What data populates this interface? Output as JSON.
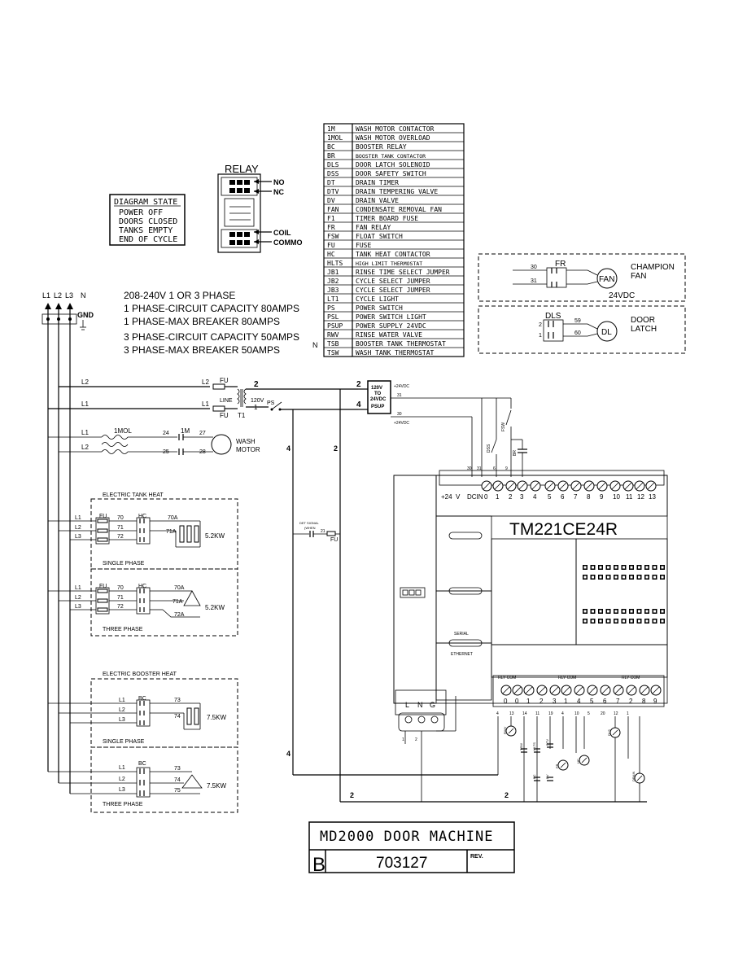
{
  "relay": {
    "title": "RELAY",
    "no": "NO",
    "nc": "NC",
    "coil": "COIL",
    "common": "COMMO"
  },
  "diagram_state": {
    "title": "DIAGRAM STATE",
    "lines": [
      "POWER OFF",
      "DOORS CLOSED",
      "TANKS EMPTY",
      "END OF CYCLE"
    ]
  },
  "legend": [
    [
      "1M",
      "WASH MOTOR CONTACTOR"
    ],
    [
      "1MOL",
      "WASH MOTOR OVERLOAD"
    ],
    [
      "BC",
      "BOOSTER RELAY"
    ],
    [
      "BR",
      "BOOSTER TANK CONTACTOR"
    ],
    [
      "DLS",
      "DOOR LATCH SOLENOID"
    ],
    [
      "DSS",
      "DOOR SAFETY SWITCH"
    ],
    [
      "DT",
      "DRAIN TIMER"
    ],
    [
      "DTV",
      "DRAIN TEMPERING VALVE"
    ],
    [
      "DV",
      "DRAIN VALVE"
    ],
    [
      "FAN",
      "CONDENSATE REMOVAL FAN"
    ],
    [
      "F1",
      "TIMER BOARD FUSE"
    ],
    [
      "FR",
      "FAN RELAY"
    ],
    [
      "FSW",
      "FLOAT SWITCH"
    ],
    [
      "FU",
      "FUSE"
    ],
    [
      "HC",
      "TANK HEAT CONTACTOR"
    ],
    [
      "HLTS",
      "HIGH LIMIT THERMOSTAT"
    ],
    [
      "JB1",
      "RINSE TIME SELECT JUMPER"
    ],
    [
      "JB2",
      "CYCLE SELECT JUMPER"
    ],
    [
      "JB3",
      "CYCLE SELECT JUMPER"
    ],
    [
      "LT1",
      "CYCLE LIGHT"
    ],
    [
      "PS",
      "POWER SWITCH"
    ],
    [
      "PSL",
      "POWER SWITCH LIGHT"
    ],
    [
      "PSUP",
      "POWER SUPPLY 24VDC"
    ],
    [
      "RWV",
      "RINSE WATER VALVE"
    ],
    [
      "TSB",
      "BOOSTER TANK THERMOSTAT"
    ],
    [
      "TSW",
      "WASH TANK THERMOSTAT"
    ]
  ],
  "power_specs": [
    "208-240V 1 OR 3 PHASE",
    "1 PHASE-CIRCUIT CAPACITY 80AMPS",
    "1 PHASE-MAX BREAKER 80AMPS",
    "3 PHASE-CIRCUIT CAPACITY 50AMPS",
    "3 PHASE-MAX BREAKER 50AMPS"
  ],
  "lines_header": {
    "l1": "L1",
    "l2": "L2",
    "l3": "L3",
    "n": "N",
    "gnd": "GND",
    "n_marker": "N"
  },
  "fan": {
    "relay": "FR",
    "wire_a": "30",
    "wire_b": "31",
    "symbol": "FAN",
    "title": "CHAMPION\nFAN",
    "title_l1": "CHAMPION",
    "title_l2": "FAN",
    "voltage": "24VDC"
  },
  "door_latch": {
    "switch": "DLS",
    "wire_a": "59",
    "wire_b": "60",
    "pin_a": "2",
    "pin_b": "1",
    "symbol": "DL",
    "title_l1": "DOOR",
    "title_l2": "LATCH"
  },
  "main_circuit": {
    "fu": "FU",
    "line": "LINE",
    "t1": "T1",
    "v120": "120V",
    "one": "1",
    "two": "2",
    "four": "4",
    "ps": "PS",
    "psup_l1": "120V",
    "psup_l2": "TO",
    "psup_l3": "24VDC",
    "psup_l4": "PSUP",
    "plus24a": "+24VDC",
    "plus24b": "+24VDC",
    "w31": "31",
    "w30": "30",
    "mol": "1MOL",
    "m1": "1M",
    "w24": "24",
    "w27": "27",
    "w25": "25",
    "w28": "28",
    "motor_l1": "WASH",
    "motor_l2": "MOTOR"
  },
  "tank_heat": {
    "title": "ELECTRIC TANK HEAT",
    "single": "SINGLE PHASE",
    "three": "THREE PHASE",
    "power": "5.2KW",
    "fu": "FU",
    "hc": "HC",
    "w70": "70",
    "w71": "71",
    "w72": "72",
    "w70a": "70A",
    "w71a": "71A",
    "w72a": "72A"
  },
  "booster_heat": {
    "title": "ELECTRIC BOOSTER HEAT",
    "single": "SINGLE PHASE",
    "three": "THREE PHASE",
    "power": "7.5KW",
    "bc": "BC",
    "w73": "73",
    "w74": "74",
    "w75": "75"
  },
  "det_signal": {
    "l1": "DET SIGNAL",
    "l2": "(WHEN",
    "w21": "21",
    "fu": "FU"
  },
  "plc": {
    "model": "TM221CE24R",
    "serial": "SERIAL",
    "ethernet": "ETHERNET",
    "top_labels": [
      "+24",
      "V",
      "DCIN",
      "0",
      "1",
      "2",
      "3",
      "4",
      "5",
      "6",
      "7",
      "8",
      "9",
      "10",
      "11",
      "12",
      "13"
    ],
    "top_wires": [
      "30",
      "31",
      "6",
      "9"
    ],
    "dss": "DSS",
    "fsw": "FSW",
    "br": "BR",
    "rly_com": "RLY COM",
    "bottom_labels": [
      "0",
      "0",
      "1",
      "2",
      "3",
      "1",
      "4",
      "5",
      "6",
      "7",
      "2",
      "8",
      "9"
    ],
    "bottom_wires": [
      "4",
      "13",
      "14",
      "11",
      "19",
      "4",
      "10",
      "5",
      "20",
      "12",
      "1"
    ],
    "power_labels": [
      "L",
      "N",
      "G"
    ],
    "power_wires": [
      "1",
      "2"
    ],
    "output_labels": [
      "RWV",
      "TSW",
      "HLTS",
      "DTV",
      "FR",
      "HC",
      "BC",
      "DV",
      "DLS",
      "DRAIN"
    ]
  },
  "title_block": {
    "title": "MD2000 DOOR MACHINE",
    "size": "B",
    "number": "703127",
    "rev": "REV."
  }
}
